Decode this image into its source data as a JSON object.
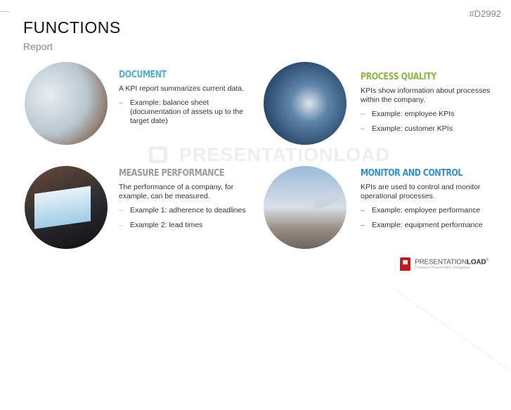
{
  "header": {
    "title": "FUNCTIONS",
    "subtitle": "Report",
    "code": "#D2992"
  },
  "watermark": "PRESENTATIONLOAD",
  "logo": {
    "name_light": "PRESENTATION",
    "name_bold": "LOAD",
    "registered": "®",
    "tagline": "Premium PowerPoint Templates",
    "color": "#c8161d"
  },
  "sections": [
    {
      "title": "DOCUMENT",
      "color": "#4ab0d6",
      "text": "A KPI report summarizes current data.",
      "items": [
        "Example: balance sheet (documentation of assets up to the target date)"
      ]
    },
    {
      "title": "PROCESS QUALITY",
      "color": "#8db840",
      "text": "KPIs show information about processes within the company.",
      "items": [
        "Example:  employee KPIs",
        "Example:  customer KPIs"
      ]
    },
    {
      "title": "MEASURE PERFORMANCE",
      "color": "#9a9a9a",
      "text": "The performance of a company, for example, can be measured.",
      "items": [
        "Example 1: adherence to deadlines",
        "Example 2: lead times"
      ]
    },
    {
      "title": "MONITOR AND CONTROL",
      "color": "#2f8fcf",
      "text": "KPIs are used to control and monitor operational processes.",
      "items": [
        "Example:  employee performance",
        "Example:  equipment performance"
      ]
    }
  ],
  "dash": "–"
}
